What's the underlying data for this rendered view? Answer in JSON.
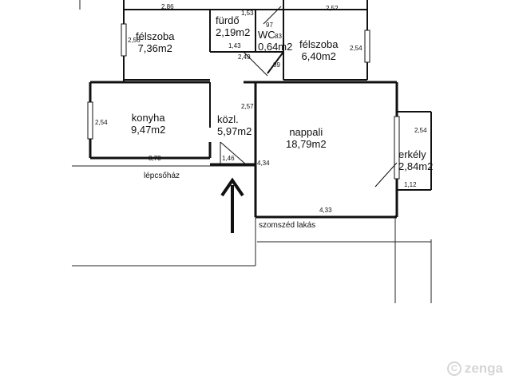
{
  "rooms": {
    "felszoba_left": {
      "name": "félszoba",
      "area": "7,36m2"
    },
    "furdo": {
      "name": "fürdő",
      "area": "2,19m2"
    },
    "wc": {
      "name": "WC",
      "area": "0,64m2"
    },
    "felszoba_right": {
      "name": "félszoba",
      "area": "6,40m2"
    },
    "konyha": {
      "name": "konyha",
      "area": "9,47m2"
    },
    "kozl": {
      "name": "közl.",
      "area": "5,97m2"
    },
    "nappali": {
      "name": "nappali",
      "area": "18,79m2"
    },
    "erkely": {
      "name": "erkély",
      "area": "2,84m2"
    }
  },
  "dimensions": {
    "d1": "2,86",
    "d2": "1,53",
    "d3": "2,52",
    "d4": "2,56",
    "d5": "1,43",
    "d6": "83",
    "d7": "2,54",
    "d8": "2,49",
    "d9": "89",
    "d10": "2,57",
    "d11": "2,54",
    "d12": "2,54",
    "d13": "3,73",
    "d14": "1,46",
    "d15": "4,34",
    "d16": "1,12",
    "d17": "4,33",
    "d18": "97"
  },
  "labels": {
    "stairwell": "lépcsőház",
    "neighbor": "szomszéd lakás"
  },
  "brand": {
    "name": "zenga",
    "mark": "C"
  }
}
